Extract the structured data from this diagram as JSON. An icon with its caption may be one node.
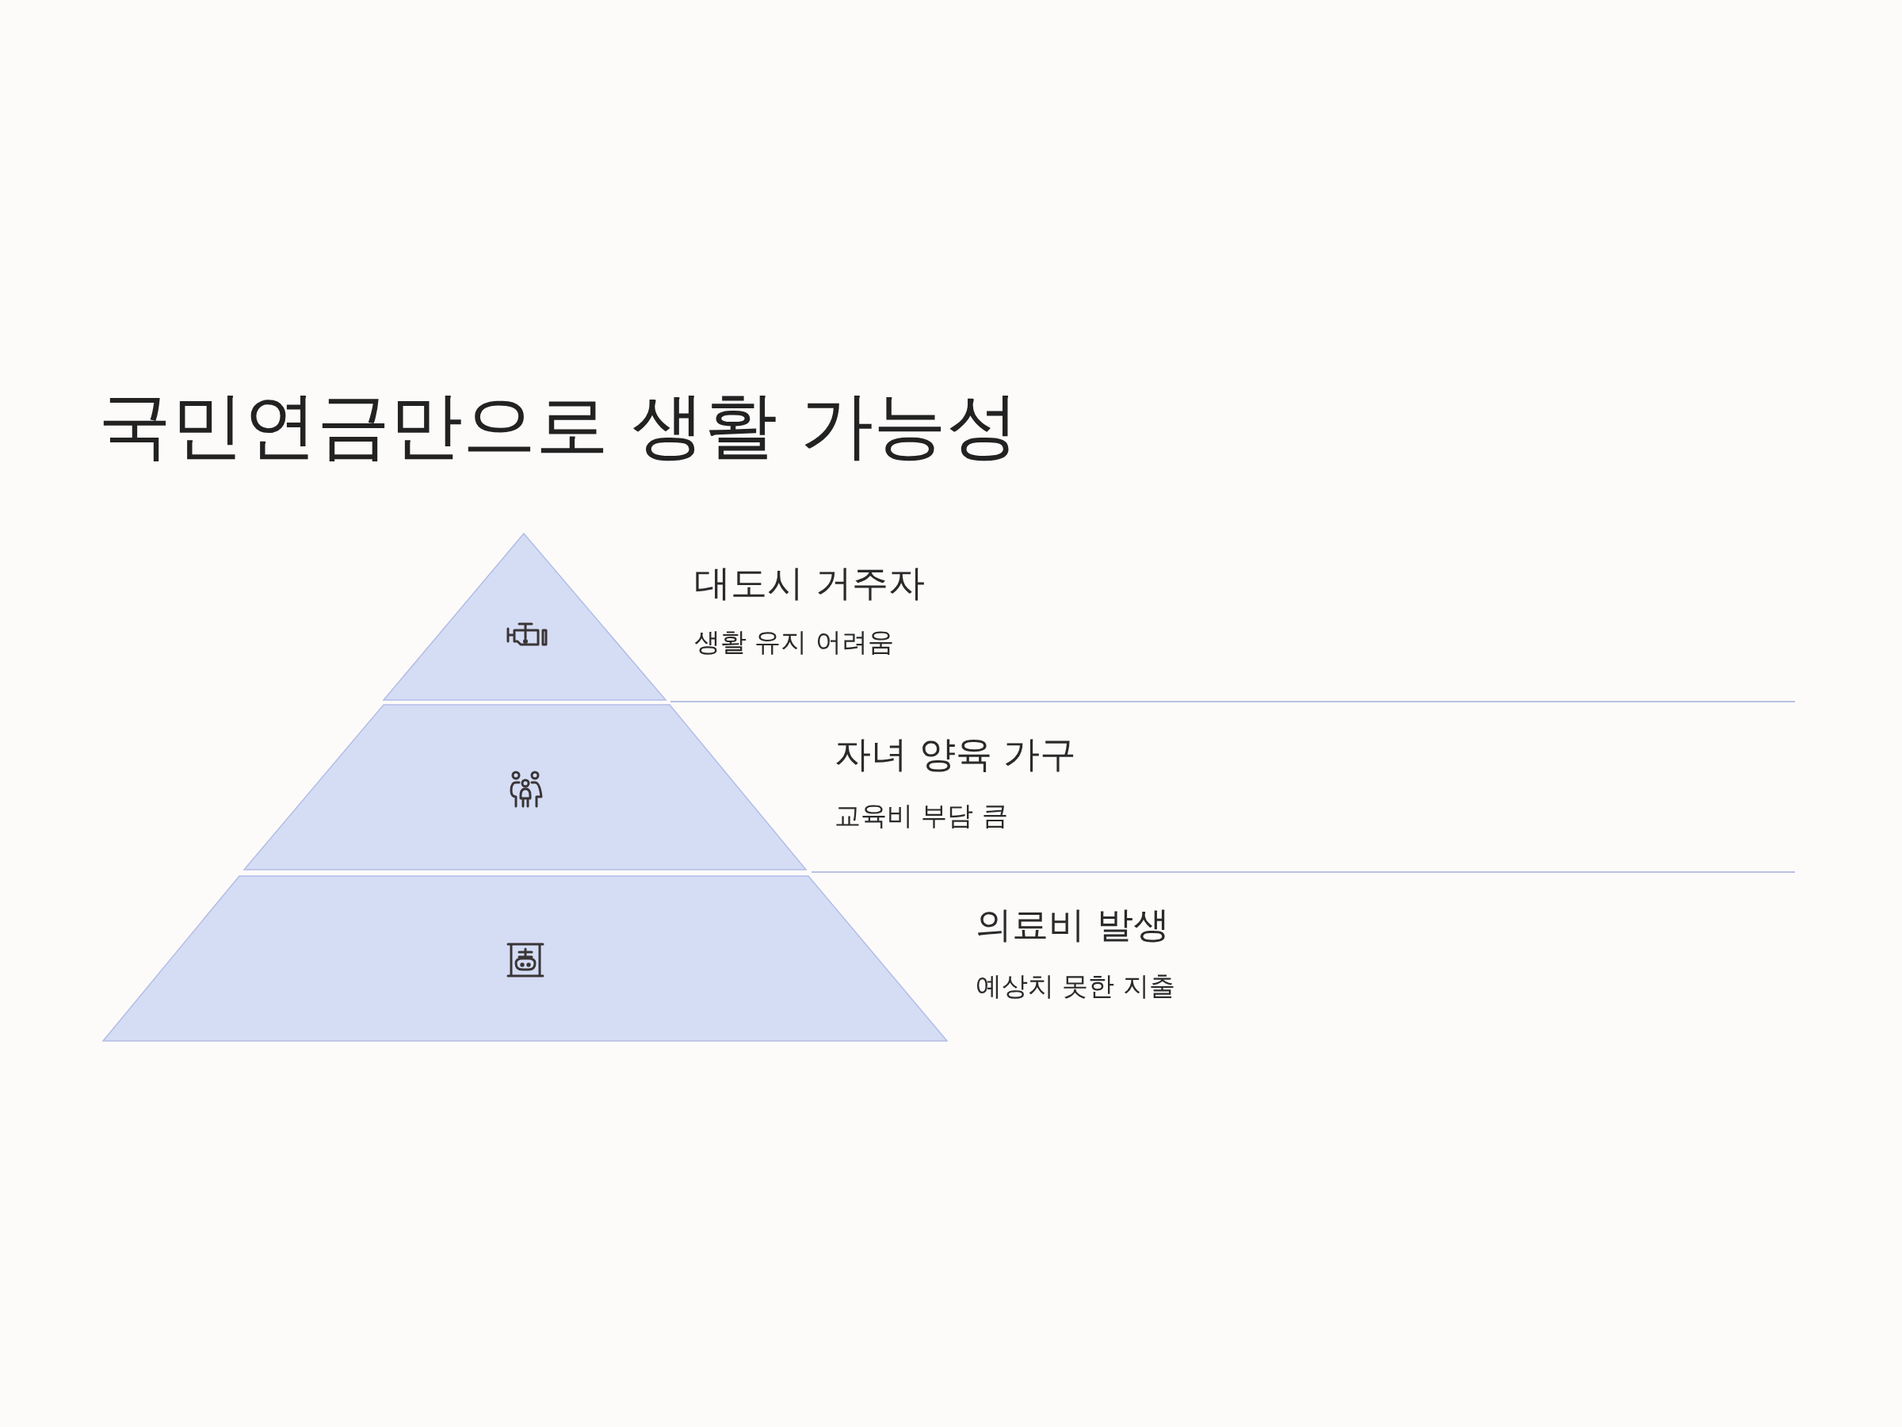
{
  "diagram": {
    "title": "국민연금만으로 생활 가능성",
    "nodes": [
      {
        "text": [
          "대도시 거주자",
          "생활 유지 어려움"
        ]
      },
      {
        "text": [
          "자녀 양육 가구",
          "교육비 부담 큼"
        ]
      },
      {
        "text": [
          "의료비 발생",
          "예상치 못한 지출"
        ]
      }
    ]
  }
}
